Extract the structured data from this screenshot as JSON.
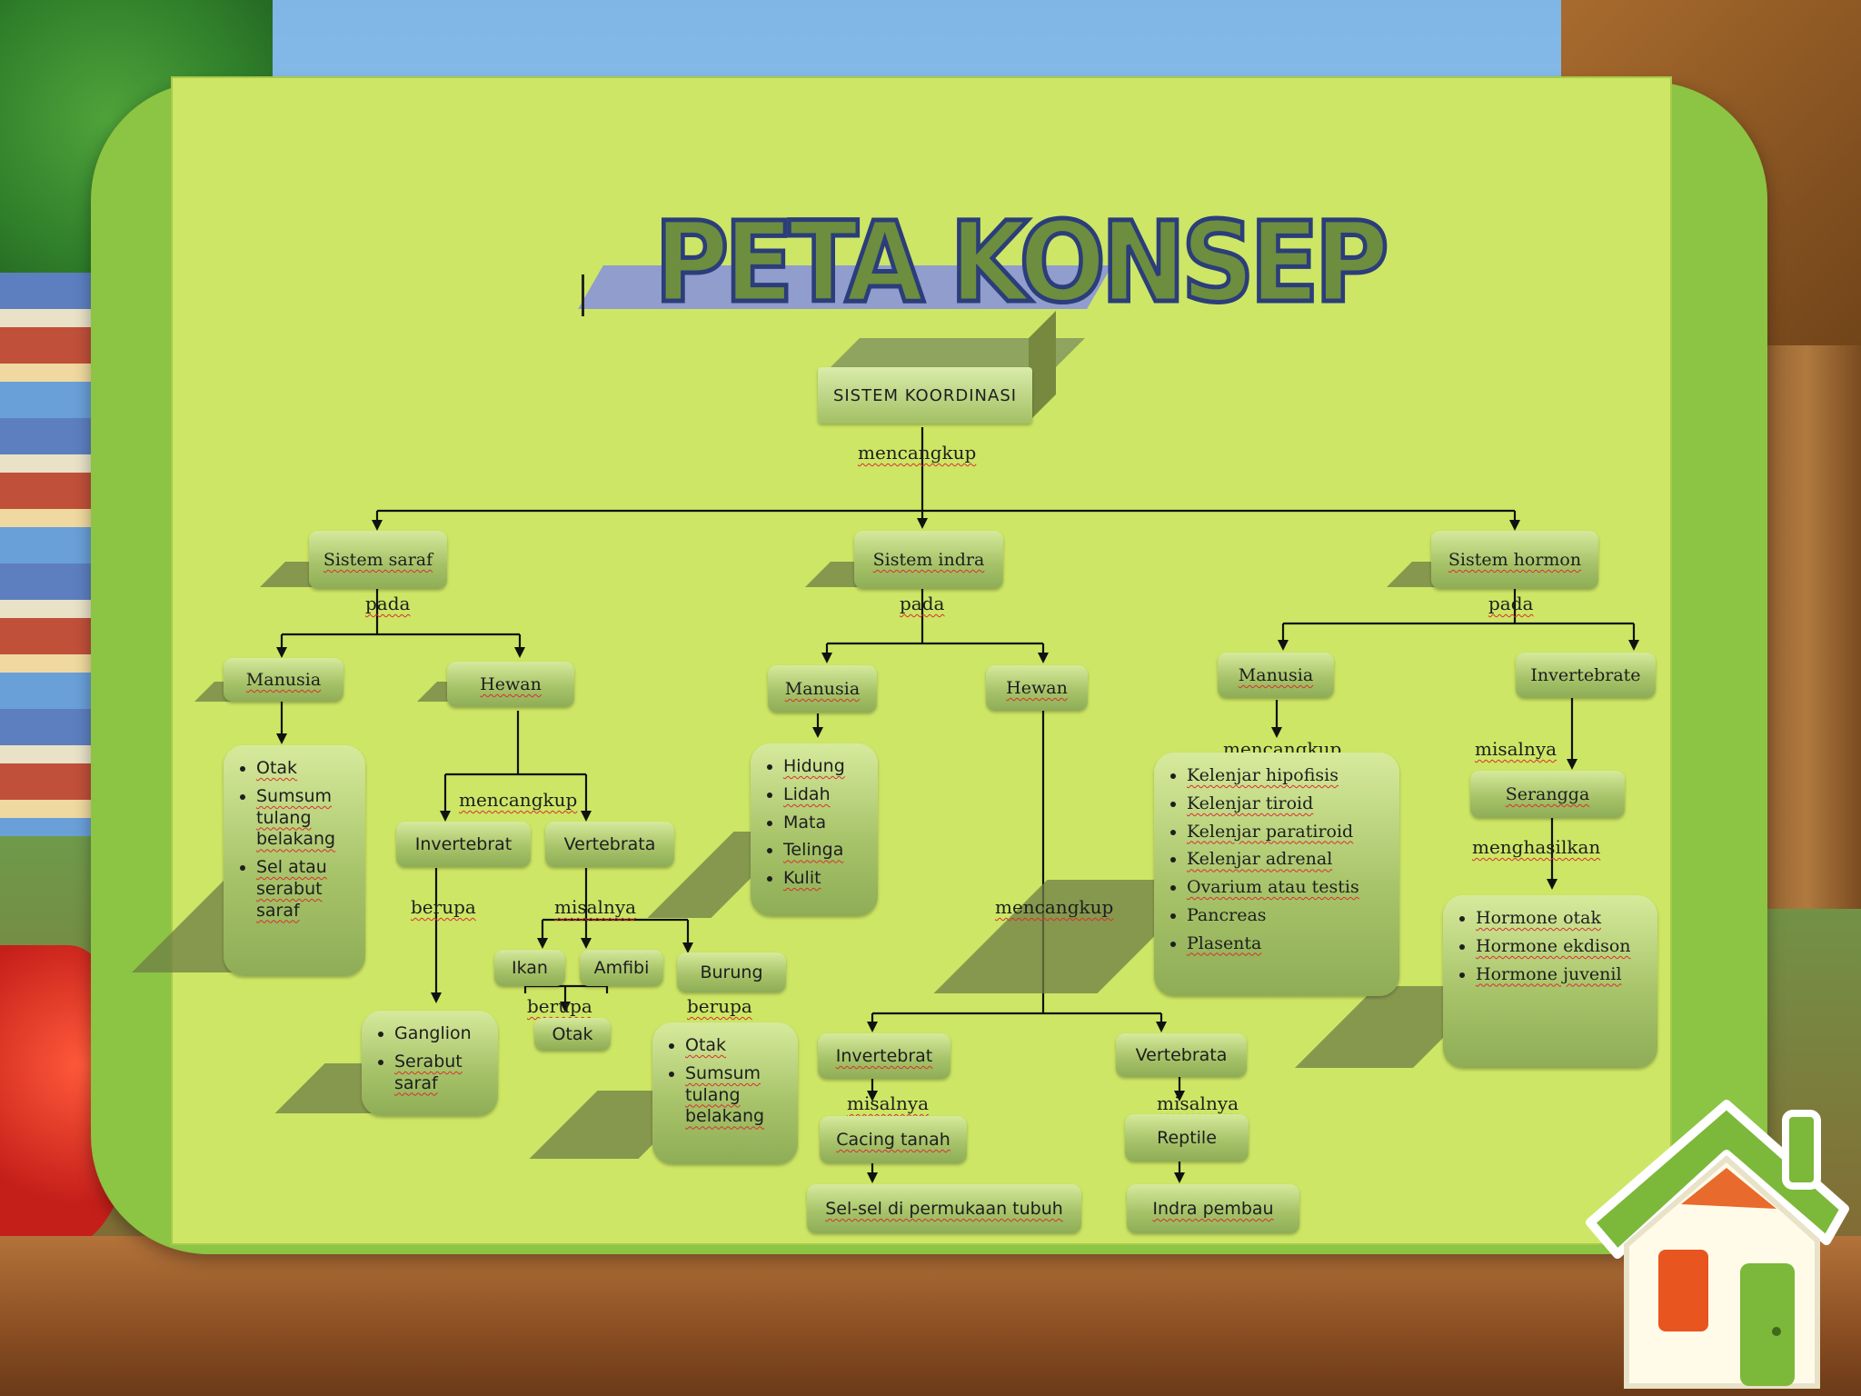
{
  "title": "PETA KONSEP",
  "root": "SISTEM KOORDINASI",
  "labels": {
    "mencangkup": "mencangkup",
    "pada": "pada",
    "misalnya": "misalnya",
    "berupa": "berupa",
    "menghasilkan": "menghasilkan"
  },
  "nodes": {
    "sistem_saraf": "Sistem saraf",
    "sistem_indra": "Sistem indra",
    "sistem_hormon": "Sistem hormon",
    "manusia": "Manusia",
    "hewan": "Hewan",
    "invertebrat": "Invertebrat",
    "vertebrata": "Vertebrata",
    "invertebrate": "Invertebrate",
    "ikan": "Ikan",
    "amfibi": "Amfibi",
    "burung": "Burung",
    "otak": "Otak",
    "serangga": "Serangga",
    "cacing_tanah": "Cacing tanah",
    "reptile": "Reptile",
    "sel_sel": "Sel-sel di permukaan tubuh",
    "indra_pembau": "Indra pembau"
  },
  "lists": {
    "saraf_manusia": [
      "Otak",
      "Sumsum tulang belakang",
      "Sel atau serabut saraf"
    ],
    "saraf_invertebrat": [
      "Ganglion",
      "Serabut saraf"
    ],
    "saraf_burung": [
      "Otak",
      "Sumsum tulang belakang"
    ],
    "indra_manusia": [
      "Hidung",
      "Lidah",
      "Mata",
      "Telinga",
      "Kulit"
    ],
    "hormon_manusia": [
      "Kelenjar hipofisis",
      "Kelenjar tiroid",
      "Kelenjar paratiroid",
      "Kelenjar adrenal",
      "Ovarium atau testis",
      "Pancreas",
      "Plasenta"
    ],
    "hormon_serangga": [
      "Hormone otak",
      "Hormone ekdison",
      "Hormone juvenil"
    ]
  }
}
